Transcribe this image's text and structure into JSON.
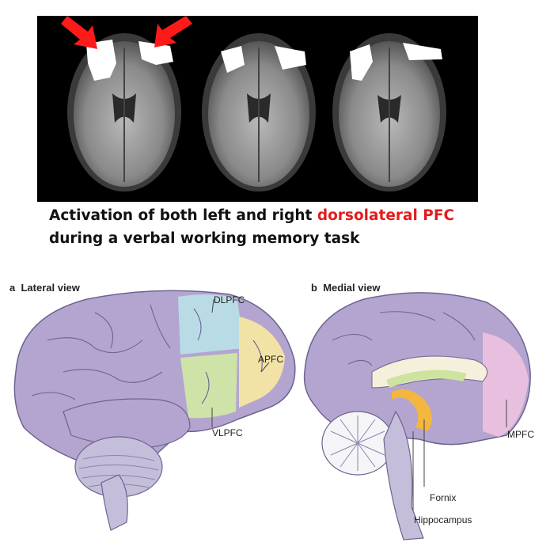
{
  "caption": {
    "line1_prefix": "Activation of both left and right ",
    "line1_highlight": "dorsolateral PFC",
    "line2": "during a verbal working memory task"
  },
  "panel_a": {
    "letter": "a",
    "title": "Lateral view"
  },
  "panel_b": {
    "letter": "b",
    "title": "Medial view"
  },
  "labels": {
    "dlpfc": "DLPFC",
    "apfc": "APFC",
    "vlpfc": "VLPFC",
    "mpfc": "MPFC",
    "fornix": "Fornix",
    "hippocampus": "Hippocampus"
  },
  "colors": {
    "highlight": "#e11d1d",
    "brain": "#b3a5cf",
    "dlpfc": "#b9dbe6",
    "vlpfc": "#cde3a8",
    "apfc": "#f2e2a6",
    "mpfc": "#e8bfde",
    "fornix": "#f3b63e",
    "cingulate": "#cfe3a0",
    "arrow": "#ff0000"
  }
}
